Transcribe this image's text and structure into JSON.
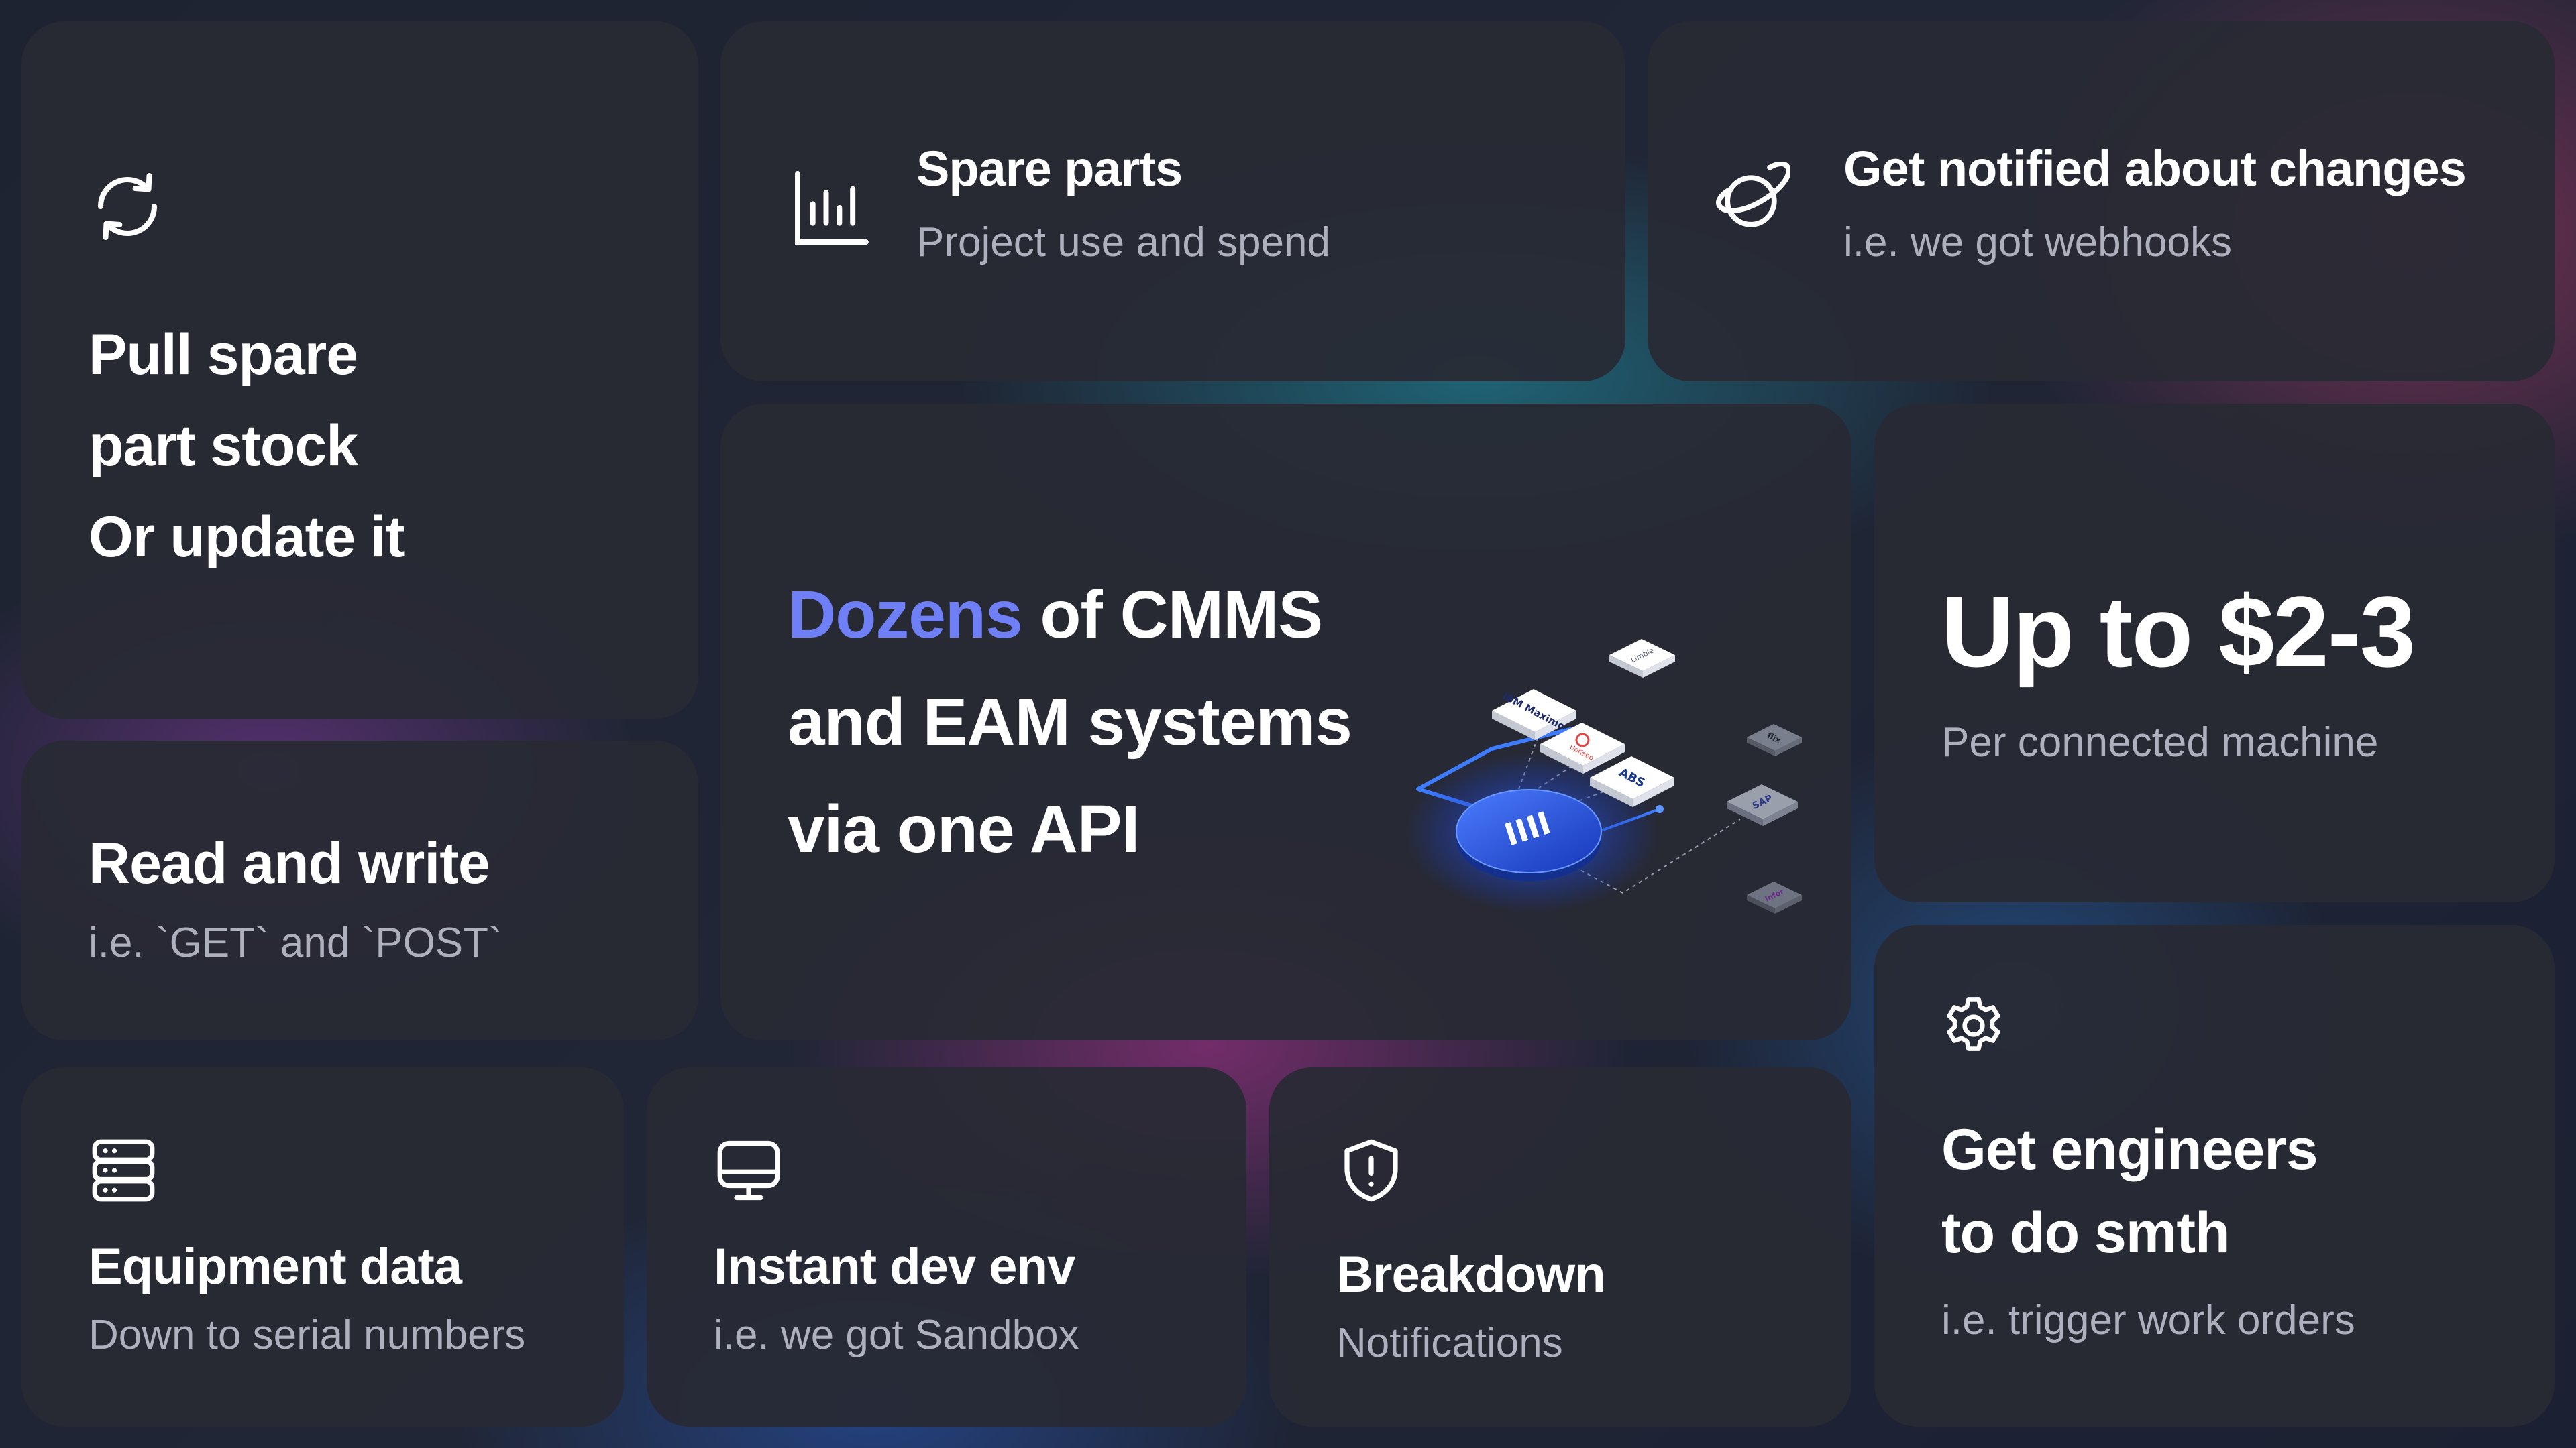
{
  "colors": {
    "accent": "#6f7ff5",
    "card": "#282a34",
    "subtitle": "#aeb1bd",
    "text": "#ffffff"
  },
  "cards": {
    "pull": {
      "icon": "refresh-icon",
      "line1": "Pull spare",
      "line2": "part stock",
      "line3": "Or update it"
    },
    "spare_parts": {
      "icon": "bar-chart-icon",
      "title": "Spare parts",
      "subtitle": "Project use and spend"
    },
    "notified": {
      "icon": "planet-icon",
      "title": "Get notified about changes",
      "subtitle": "i.e. we got webhooks"
    },
    "read_write": {
      "title": "Read and write",
      "subtitle": "i.e. `GET` and `POST`"
    },
    "dozens": {
      "highlight": "Dozens",
      "line1_rest": " of CMMS",
      "line2": "and EAM systems",
      "line3": "via one API",
      "illustration": {
        "hub_label": "IIII",
        "tiles": [
          {
            "label": "IBM Maximo",
            "style": "white"
          },
          {
            "label": "UpKeep",
            "style": "white"
          },
          {
            "label": "ABS",
            "style": "white"
          },
          {
            "label": "Limble",
            "style": "white"
          },
          {
            "label": "fiix",
            "style": "gray"
          },
          {
            "label": "SAP",
            "style": "gray"
          },
          {
            "label": "Infor",
            "style": "gray"
          }
        ]
      }
    },
    "price": {
      "title": "Up to $2-3",
      "subtitle": "Per connected machine"
    },
    "equipment": {
      "icon": "database-icon",
      "title": "Equipment data",
      "subtitle": "Down to serial numbers"
    },
    "devenv": {
      "icon": "monitor-icon",
      "title": "Instant dev env",
      "subtitle": "i.e. we got Sandbox"
    },
    "breakdown": {
      "icon": "shield-alert-icon",
      "title": "Breakdown",
      "subtitle": "Notifications"
    },
    "engineers": {
      "icon": "gear-icon",
      "line1": "Get engineers",
      "line2": "to do smth",
      "subtitle": "i.e. trigger work orders"
    }
  }
}
